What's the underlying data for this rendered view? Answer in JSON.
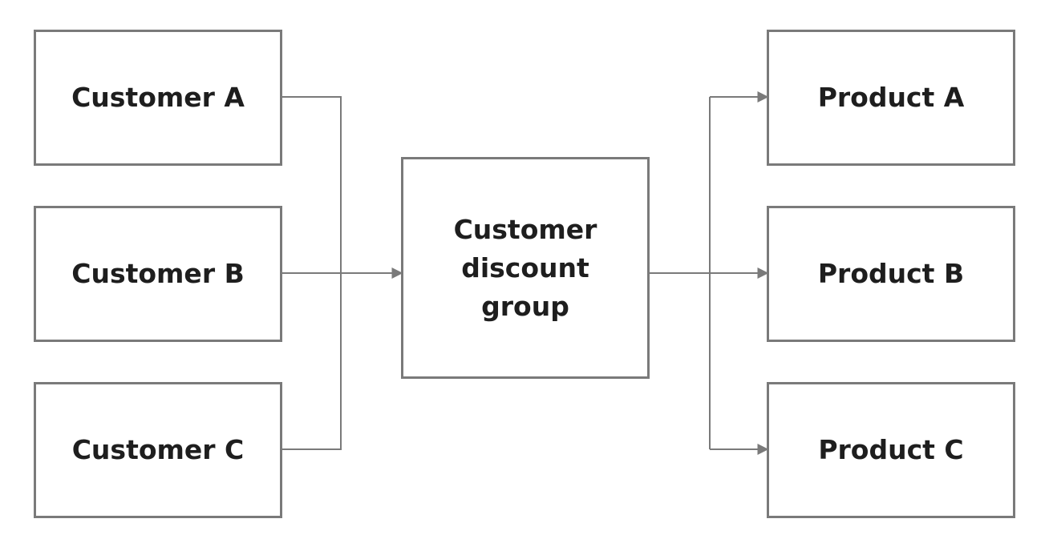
{
  "customers": [
    {
      "label": "Customer A"
    },
    {
      "label": "Customer B"
    },
    {
      "label": "Customer C"
    }
  ],
  "group": {
    "label": "Customer\ndiscount\ngroup"
  },
  "products": [
    {
      "label": "Product A"
    },
    {
      "label": "Product B"
    },
    {
      "label": "Product C"
    }
  ],
  "colors": {
    "border": "#7a7a7a",
    "line": "#7a7a7a",
    "text": "#1e1e1e"
  }
}
